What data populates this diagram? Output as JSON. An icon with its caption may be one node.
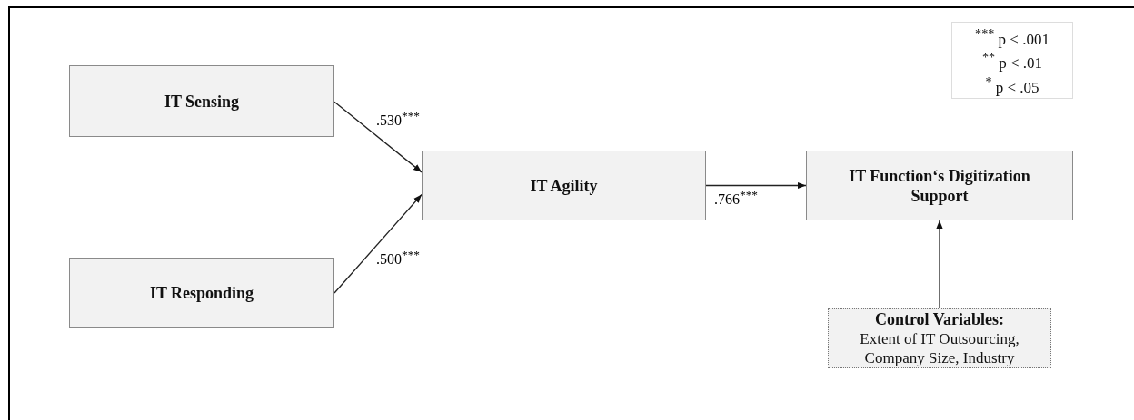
{
  "diagram": {
    "nodes": [
      {
        "text": [
          "IT Sensing"
        ]
      },
      {
        "text": [
          "IT Responding"
        ]
      },
      {
        "text": [
          "IT Agility"
        ]
      },
      {
        "text": [
          "IT Function‘s Digitization Support"
        ]
      },
      {
        "text": [
          "Control Variables:",
          "Extent of IT Outsourcing, Company Size, Industry"
        ]
      },
      {
        "text": [
          "$^{***}$ p < .001",
          "$^{**}$ p < .01",
          "$^{*}$ p < .05"
        ]
      }
    ],
    "edges": [
      {
        "from": 0,
        "to": 2,
        "arrow": "to",
        "label": ".530$^{***}$"
      },
      {
        "from": 1,
        "to": 2,
        "arrow": "to",
        "label": ".500$^{***}$"
      },
      {
        "from": 2,
        "to": 3,
        "arrow": "to",
        "label": ".766$^{***}$"
      },
      {
        "from": 4,
        "to": 3,
        "arrow": "to"
      }
    ]
  }
}
